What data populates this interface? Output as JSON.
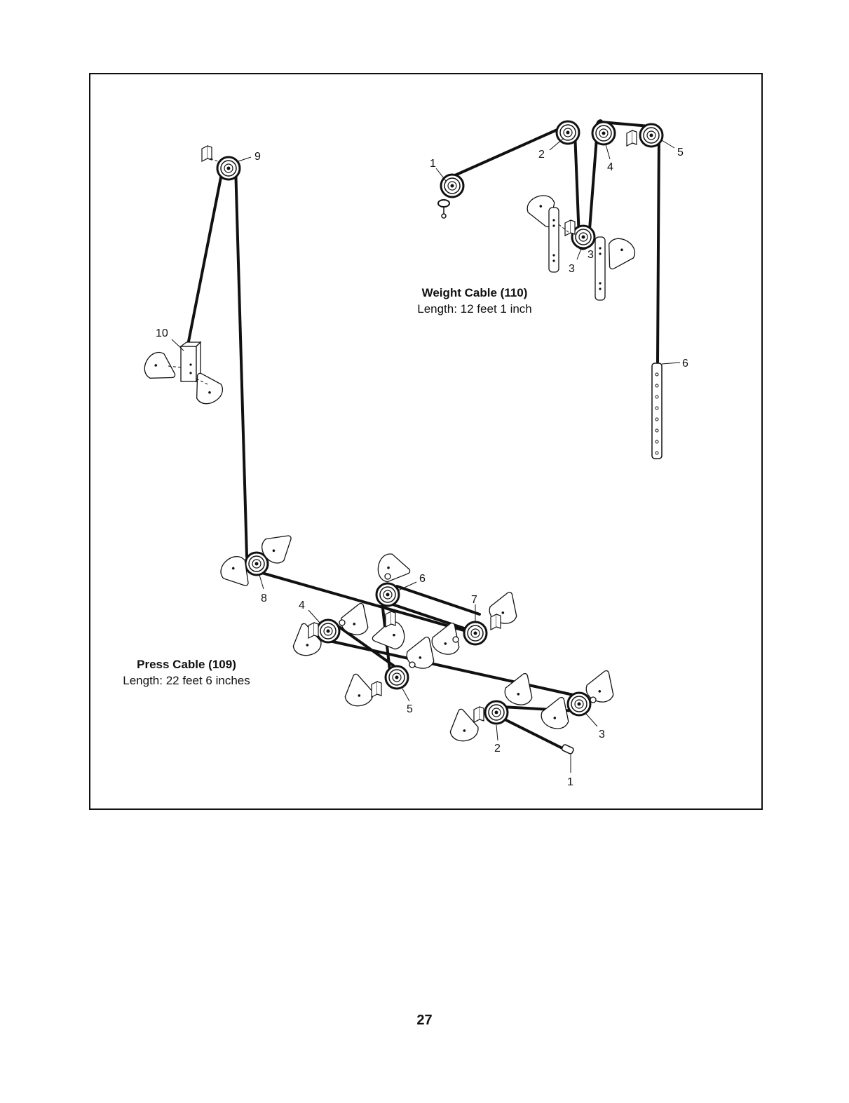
{
  "weight_cable": {
    "title": "Weight Cable (110)",
    "length": "Length: 12 feet 1 inch",
    "callouts": [
      "1",
      "2",
      "3",
      "4",
      "3",
      "5",
      "6"
    ]
  },
  "press_cable": {
    "title": "Press Cable (109)",
    "length": "Length: 22 feet 6 inches",
    "callouts": [
      "9",
      "10",
      "8",
      "6",
      "7",
      "4",
      "5",
      "2",
      "3",
      "1"
    ]
  },
  "page_number": "27"
}
